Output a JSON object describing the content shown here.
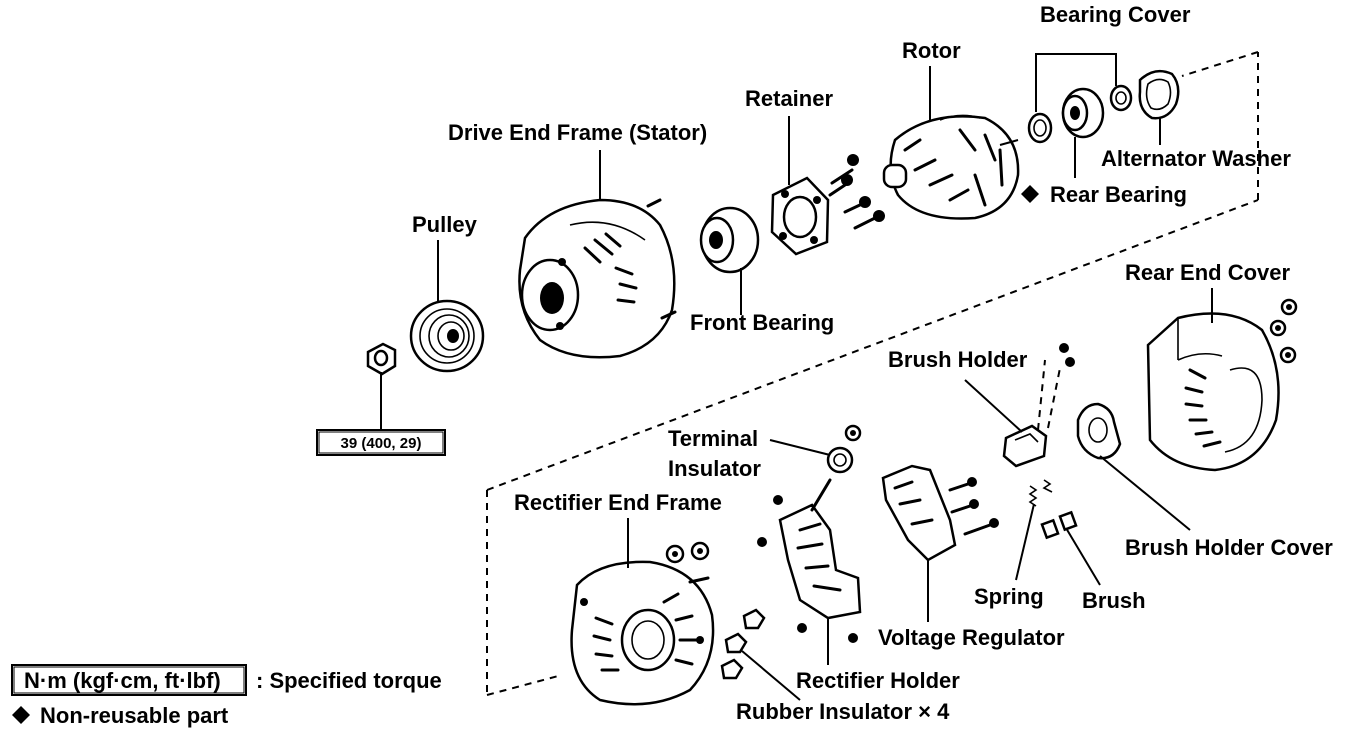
{
  "parts": {
    "bearing_cover": "Bearing Cover",
    "rotor": "Rotor",
    "retainer": "Retainer",
    "drive_end_frame": "Drive End Frame (Stator)",
    "alternator_washer": "Alternator Washer",
    "rear_bearing": "Rear Bearing",
    "pulley": "Pulley",
    "front_bearing": "Front Bearing",
    "rear_end_cover": "Rear End Cover",
    "brush_holder": "Brush Holder",
    "terminal_insulator_1": "Terminal",
    "terminal_insulator_2": "Insulator",
    "rectifier_end_frame": "Rectifier End Frame",
    "brush_holder_cover": "Brush Holder Cover",
    "spring": "Spring",
    "brush": "Brush",
    "voltage_regulator": "Voltage Regulator",
    "rectifier_holder": "Rectifier Holder",
    "rubber_insulator": "Rubber Insulator × 4"
  },
  "torque_box": "39 (400, 29)",
  "legend": {
    "torque_unit_box": "N·m (kgf·cm, ft·lbf)",
    "torque_desc": ": Specified torque",
    "nonreusable": "Non-reusable part"
  },
  "icons": {
    "nonreusable_marker": "diamond-icon"
  }
}
